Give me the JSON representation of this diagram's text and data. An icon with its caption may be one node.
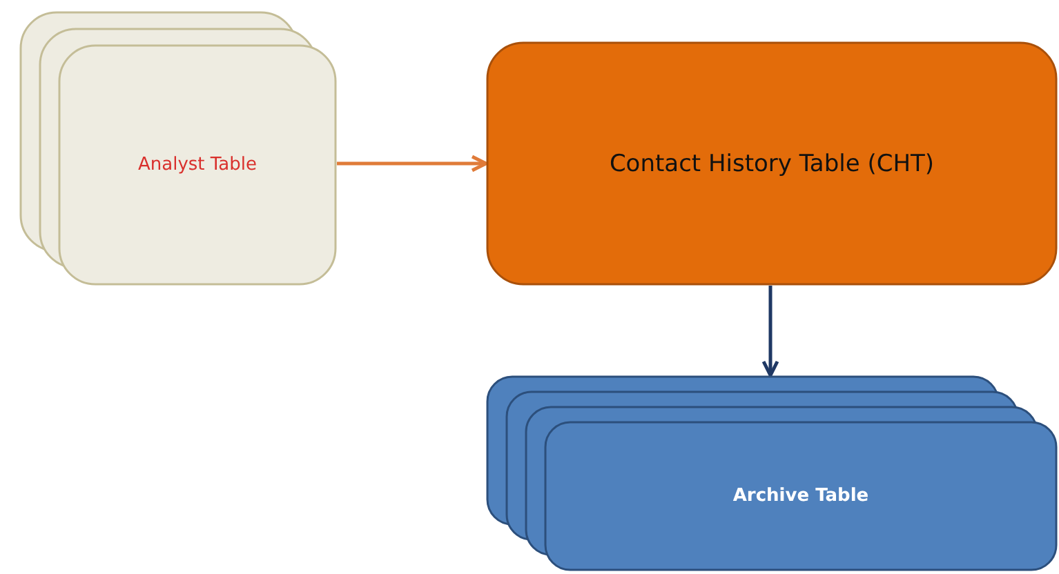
{
  "diagram": {
    "nodes": [
      {
        "text": [
          "Analyst Table"
        ]
      },
      {
        "text": [
          "Contact History Table (CHT)"
        ]
      },
      {
        "text": [
          "Archive Table"
        ]
      }
    ],
    "edges": [
      {
        "from": 0,
        "to": 1,
        "arrow": "to",
        "color": "#e07b39"
      },
      {
        "from": 1,
        "to": 2,
        "arrow": "to",
        "color": "#1f3864"
      }
    ]
  }
}
